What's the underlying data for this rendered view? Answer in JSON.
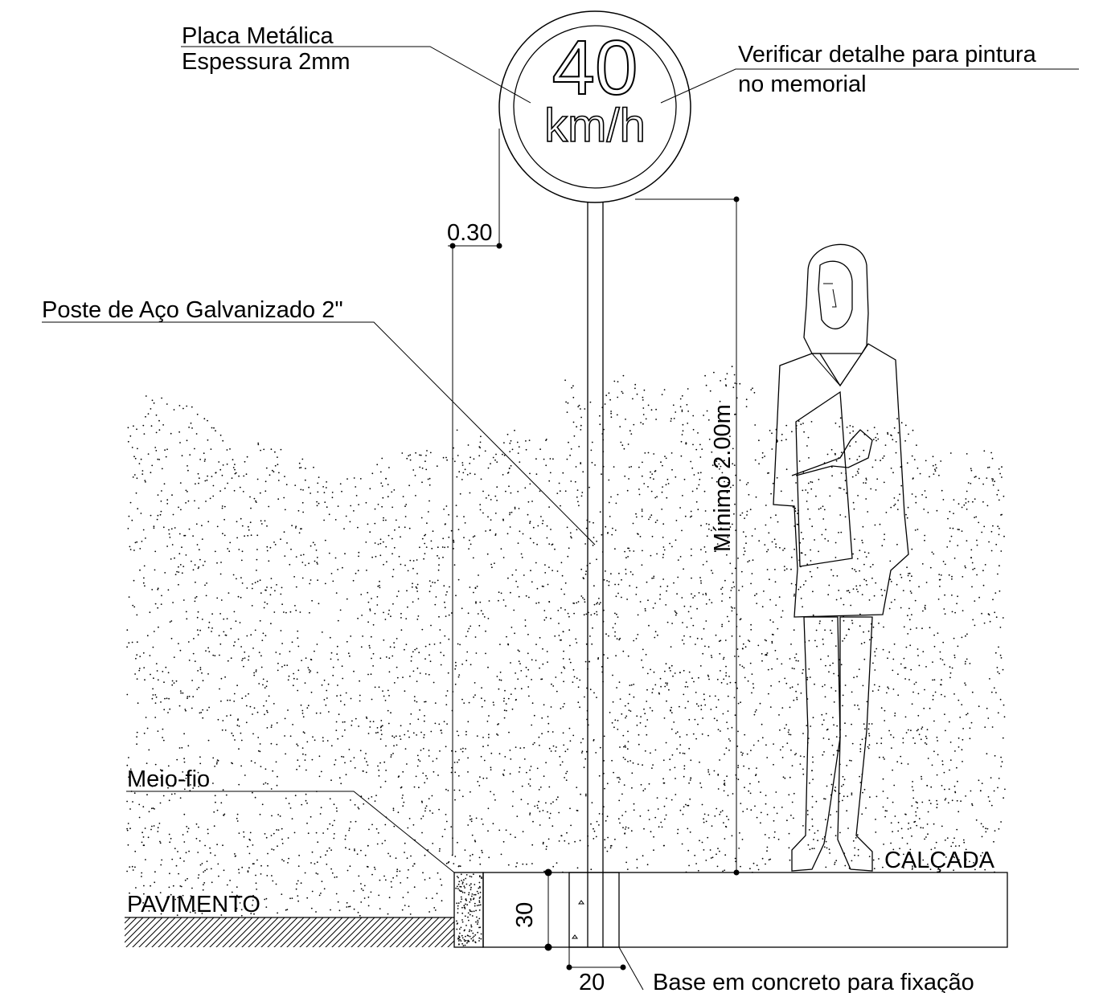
{
  "sign": {
    "speed_value": "40",
    "speed_unit": "km/h"
  },
  "labels": {
    "plate_line1": "Placa Metálica",
    "plate_line2": "Espessura 2mm",
    "paint_line1": "Verificar detalhe para pintura",
    "paint_line2": "no memorial",
    "post": "Poste de Aço Galvanizado 2\"",
    "curb": "Meio-fio",
    "pavement": "PAVIMENTO",
    "sidewalk": "CALÇADA",
    "base": "Base em concreto para fixação"
  },
  "dimensions": {
    "offset": "0.30",
    "min_height": "Mínimo 2.00m",
    "depth": "30",
    "width": "20"
  }
}
